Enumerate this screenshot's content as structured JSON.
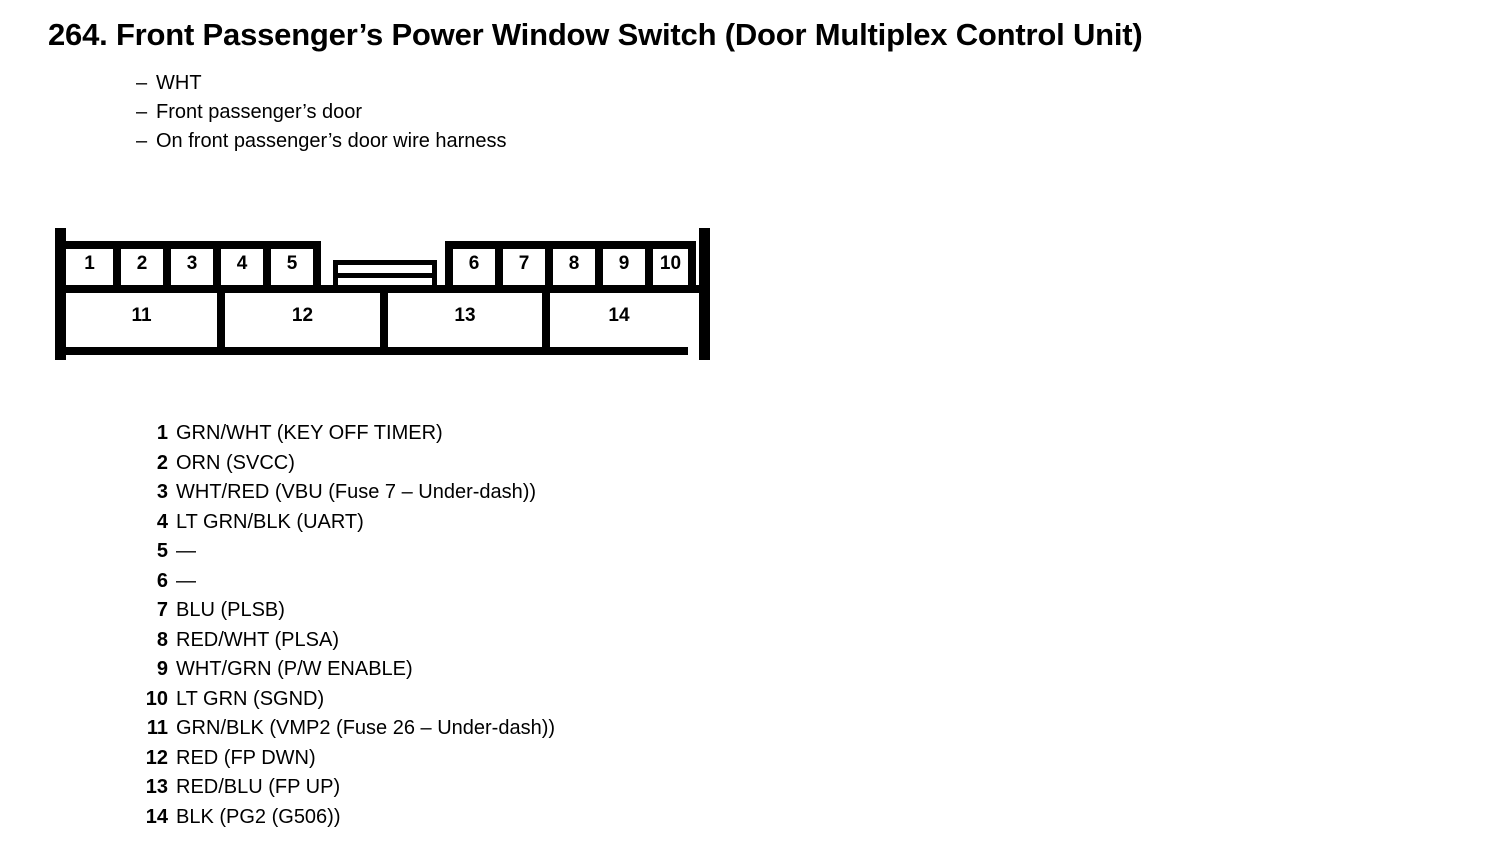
{
  "header": {
    "number": "264.",
    "title": "264.  Front Passenger’s Power Window Switch (Door Multiplex Control Unit)",
    "subtitles": [
      "WHT",
      "Front passenger’s door",
      "On front passenger’s door wire harness"
    ]
  },
  "connector": {
    "top_row": [
      "1",
      "2",
      "3",
      "4",
      "5",
      "6",
      "7",
      "8",
      "9",
      "10"
    ],
    "bottom_row": [
      "11",
      "12",
      "13",
      "14"
    ],
    "latch": "center-latch-block"
  },
  "pins": [
    {
      "num": "1",
      "desc": "GRN/WHT (KEY OFF TIMER)"
    },
    {
      "num": "2",
      "desc": "ORN (SVCC)"
    },
    {
      "num": "3",
      "desc": "WHT/RED (VBU (Fuse 7 – Under-dash))"
    },
    {
      "num": "4",
      "desc": "LT GRN/BLK (UART)"
    },
    {
      "num": "5",
      "desc": "—"
    },
    {
      "num": "6",
      "desc": "—"
    },
    {
      "num": "7",
      "desc": "BLU (PLSB)"
    },
    {
      "num": "8",
      "desc": "RED/WHT (PLSA)"
    },
    {
      "num": "9",
      "desc": "WHT/GRN  (P/W ENABLE)"
    },
    {
      "num": "10",
      "desc": "LT GRN (SGND)"
    },
    {
      "num": "11",
      "desc": "GRN/BLK (VMP2 (Fuse 26 – Under-dash))"
    },
    {
      "num": "12",
      "desc": "RED (FP DWN)"
    },
    {
      "num": "13",
      "desc": "RED/BLU (FP UP)"
    },
    {
      "num": "14",
      "desc": "BLK (PG2 (G506))"
    }
  ],
  "colors": {
    "ink": "#000000",
    "background": "#ffffff"
  }
}
